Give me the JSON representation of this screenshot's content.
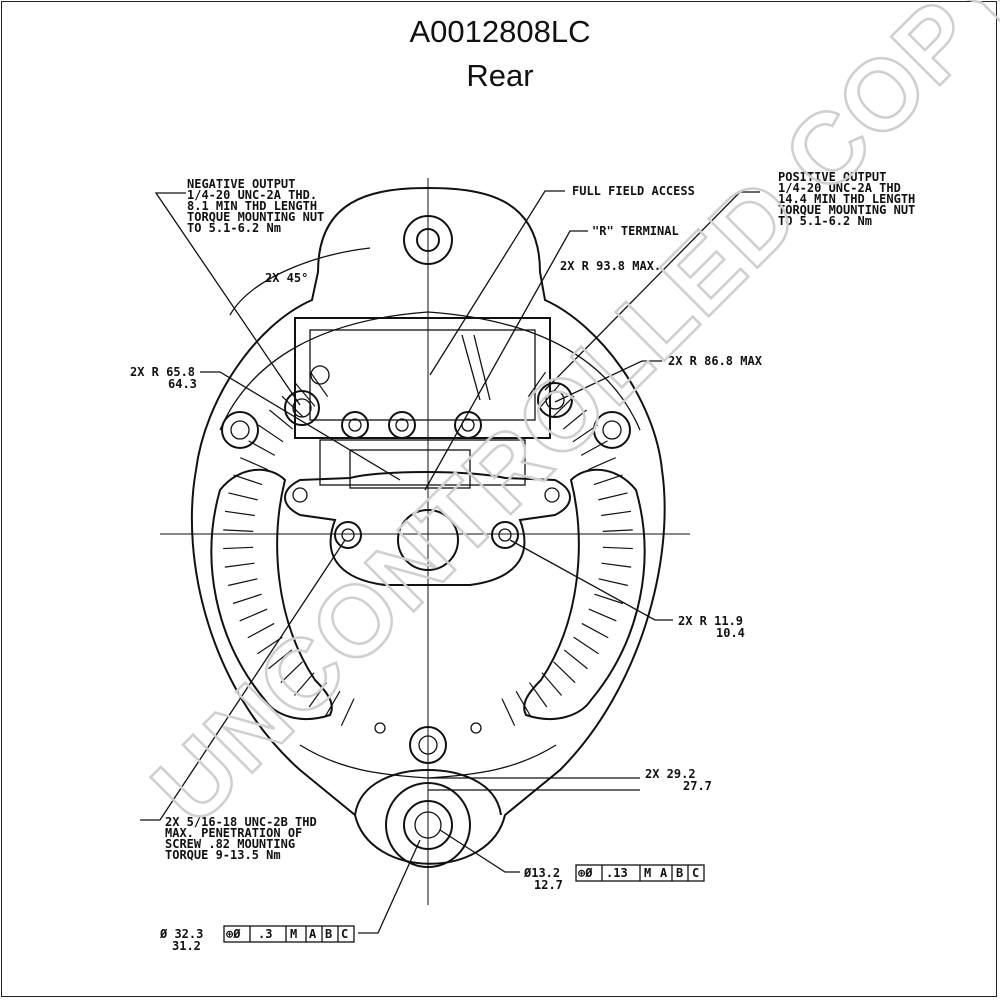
{
  "drawing": {
    "part_number": "A0012808LC",
    "view": "Rear"
  },
  "callouts": {
    "negative_output": [
      "NEGATIVE OUTPUT",
      "1/4-20 UNC-2A THD.",
      "8.1 MIN THD LENGTH",
      "TORQUE MOUNTING NUT",
      "TO 5.1-6.2 Nm"
    ],
    "positive_output": [
      "POSITIVE OUTPUT",
      "1/4-20 UNC-2A THD",
      "14.4 MIN THD LENGTH",
      "TORQUE MOUNTING NUT",
      "TO 5.1-6.2 Nm"
    ],
    "full_field_access": "FULL FIELD ACCESS",
    "r_terminal": "\"R\" TERMINAL",
    "angle": "2X 45°",
    "r_93_8": "2X R 93.8 MAX.",
    "r_65_8": [
      "2X R 65.8",
      "64.3"
    ],
    "r_86_8": "2X R 86.8 MAX",
    "r_11_9": [
      "2X R 11.9",
      "10.4"
    ],
    "dim_29_2": [
      "2X 29.2",
      "27.7"
    ],
    "mount_thread": [
      "2X 5/16-18 UNC-2B THD",
      "MAX. PENETRATION OF",
      "SCREW .82 MOUNTING",
      "TORQUE 9-13.5 Nm"
    ],
    "hole_13_2": {
      "value": "Ø13.2",
      "lower": "12.7",
      "frame": [
        "⊕Ø",
        ".13",
        "M",
        "A",
        "B",
        "C"
      ]
    },
    "dia_32_3": {
      "value": "Ø 32.3",
      "lower": "31.2",
      "frame": [
        "⊕Ø",
        ".3",
        "M",
        "A",
        "B",
        "C"
      ]
    }
  },
  "watermark": "UNCONTROLLED COPY"
}
